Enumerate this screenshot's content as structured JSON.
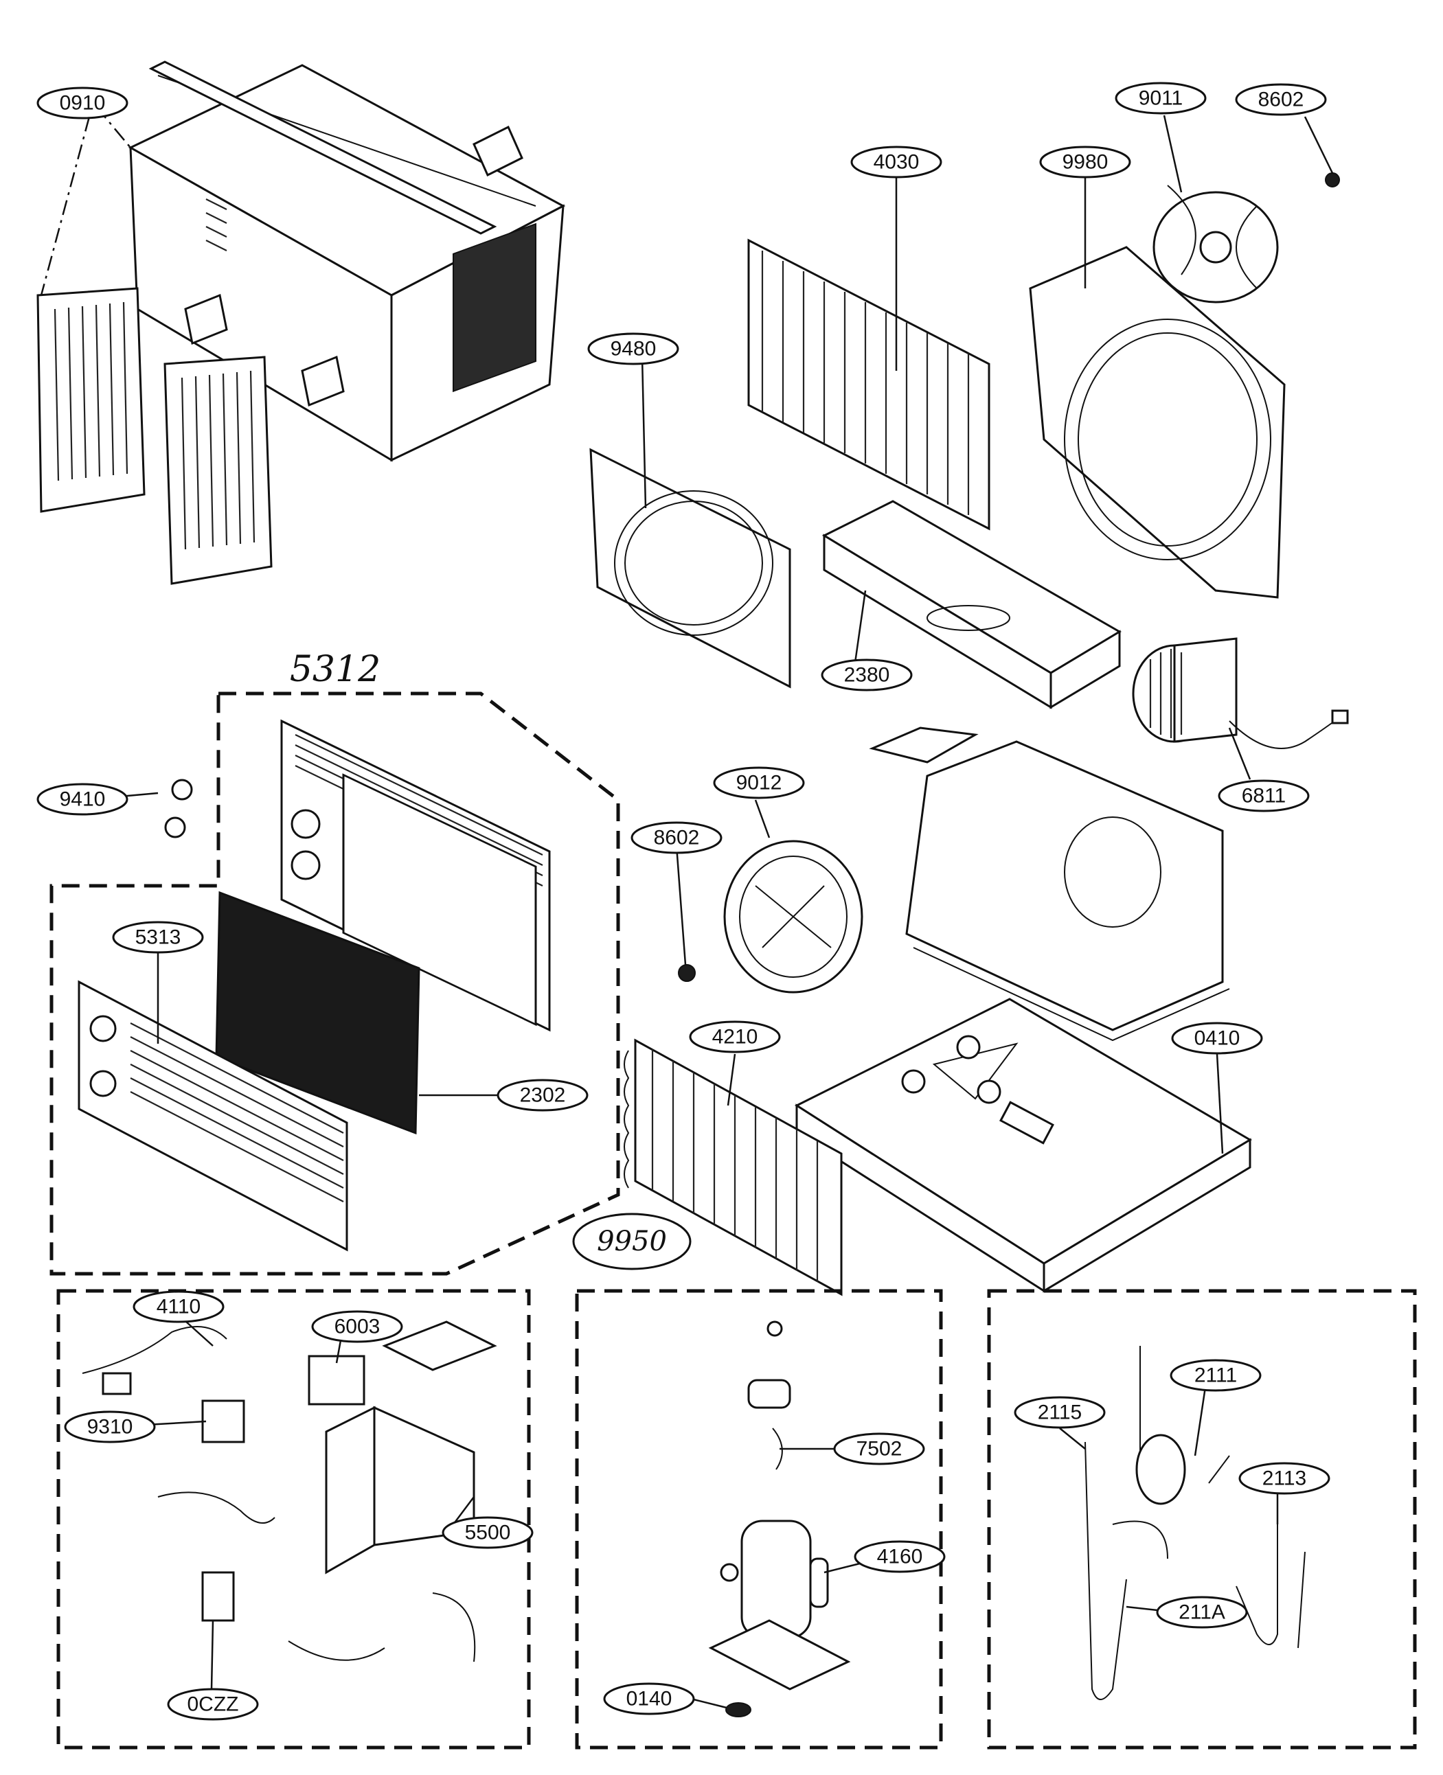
{
  "group_labels": {
    "front_grille_assembly": "5312",
    "control_box_assembly": "9950"
  },
  "callouts": {
    "cabinet": "0910",
    "condenser_coil": "4030",
    "shroud": "9980",
    "fan_propeller": "9011",
    "nut_top": "8602",
    "orifice_barrier": "9480",
    "drain_pan": "2380",
    "motor": "6811",
    "knob": "9410",
    "blower_wheel": "9012",
    "nut_mid": "8602",
    "grille_front": "5313",
    "filter": "2302",
    "evaporator_coil": "4210",
    "base_pan": "0410",
    "power_cord": "4110",
    "switch": "6003",
    "thermostat": "9310",
    "control_box": "5500",
    "capacitor": "0CZZ",
    "overload": "7502",
    "compressor": "4160",
    "grommet": "0140",
    "capillary_tube_a": "2111",
    "discharge_tube": "2115",
    "suction_tube": "2113",
    "tube_assembly": "211A"
  }
}
